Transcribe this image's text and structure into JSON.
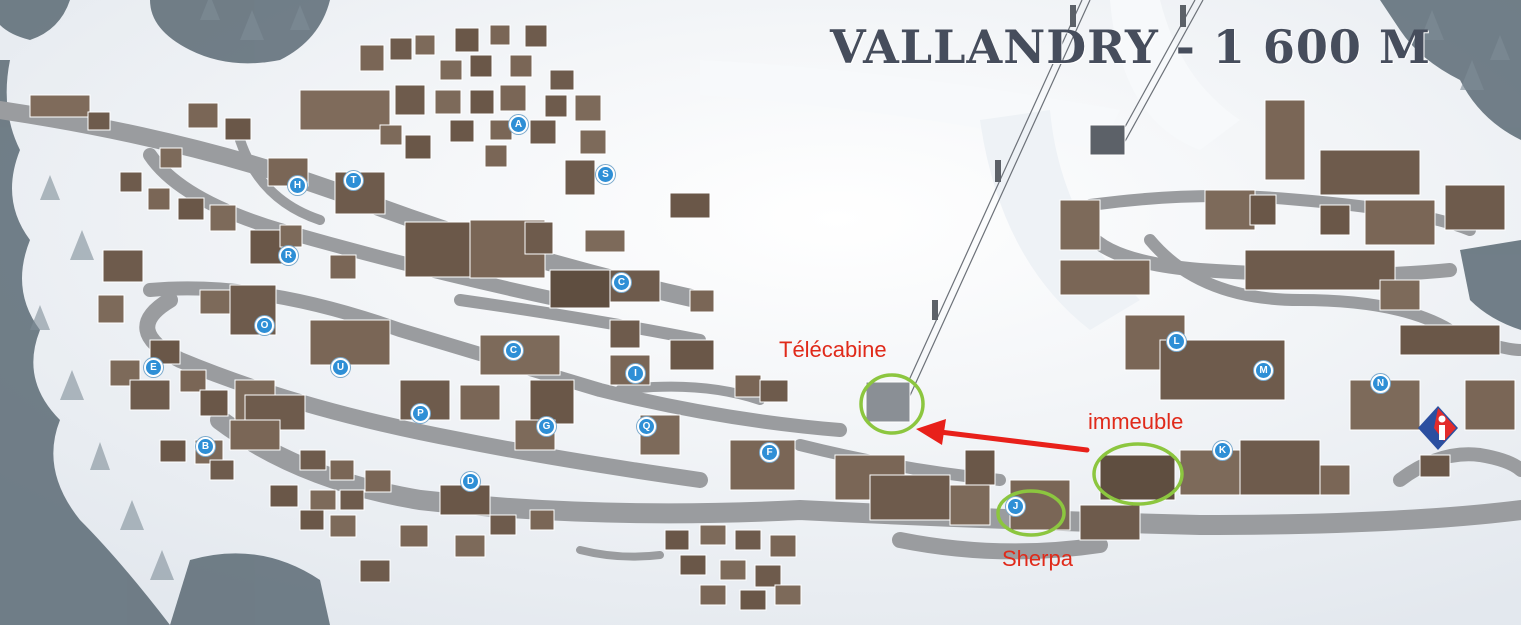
{
  "title": "VALLANDRY - 1 600 M",
  "pins": [
    {
      "id": "A",
      "label": "A"
    },
    {
      "id": "S",
      "label": "S"
    },
    {
      "id": "H",
      "label": "H"
    },
    {
      "id": "T",
      "label": "T"
    },
    {
      "id": "R",
      "label": "R"
    },
    {
      "id": "C1",
      "label": "C"
    },
    {
      "id": "O",
      "label": "O"
    },
    {
      "id": "C2",
      "label": "C"
    },
    {
      "id": "U",
      "label": "U"
    },
    {
      "id": "E",
      "label": "E"
    },
    {
      "id": "I",
      "label": "I"
    },
    {
      "id": "P",
      "label": "P"
    },
    {
      "id": "G",
      "label": "G"
    },
    {
      "id": "Q",
      "label": "Q"
    },
    {
      "id": "B",
      "label": "B"
    },
    {
      "id": "F",
      "label": "F"
    },
    {
      "id": "D",
      "label": "D"
    },
    {
      "id": "L",
      "label": "L"
    },
    {
      "id": "M",
      "label": "M"
    },
    {
      "id": "N",
      "label": "N"
    },
    {
      "id": "K",
      "label": "K"
    },
    {
      "id": "J",
      "label": "J"
    }
  ],
  "annotations": {
    "telecabine": "Télécabine",
    "immeuble": "immeuble",
    "sherpa": "Sherpa"
  },
  "colors": {
    "annotation_text": "#e02a1a",
    "highlight_circle": "#8cc63f",
    "arrow": "#e8201a",
    "pin": "#2e8fd6",
    "road": "#9a9c9f",
    "title": "#464d5c"
  },
  "icons": [
    "info-logo-icon"
  ]
}
